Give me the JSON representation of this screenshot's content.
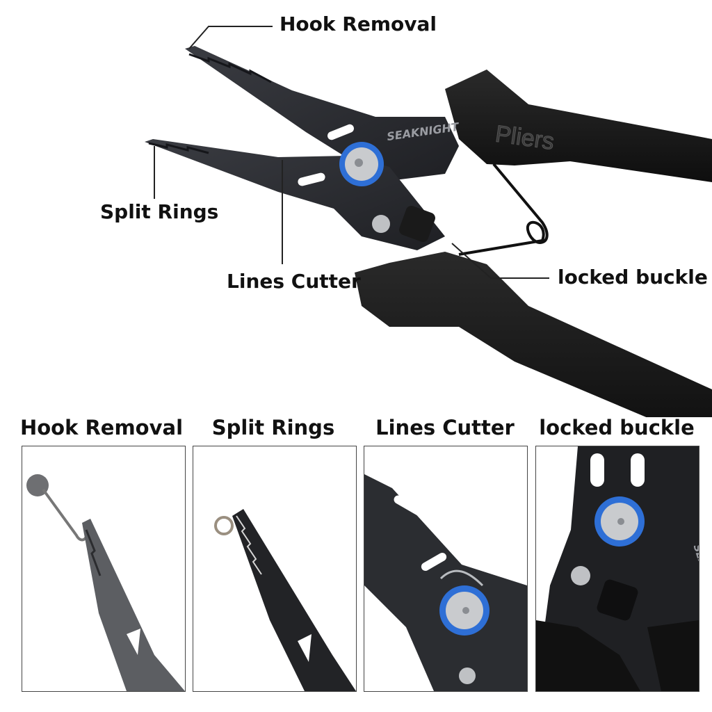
{
  "brand": "SEAKNIGHT",
  "grip_text": "Pliers",
  "callouts": {
    "hook_removal": "Hook Removal",
    "split_rings": "Split Rings",
    "lines_cutter": "Lines Cutter",
    "locked_buckle": "locked buckle"
  },
  "panels": [
    {
      "title": "Hook Removal"
    },
    {
      "title": "Split Rings"
    },
    {
      "title": "Lines Cutter"
    },
    {
      "title": "locked buckle"
    }
  ],
  "colors": {
    "tool_metal": "#2b2d31",
    "handle": "#1a1a1a",
    "pivot_blue": "#2e6fd6",
    "leader_line": "#222222"
  }
}
